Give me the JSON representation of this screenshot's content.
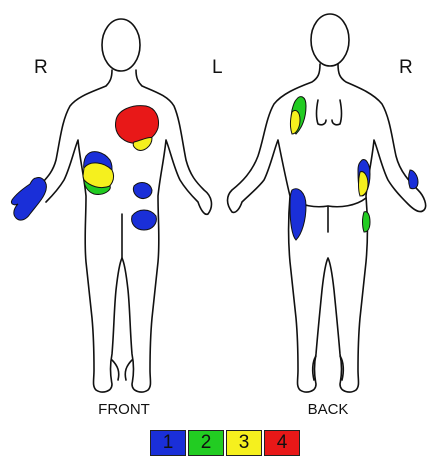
{
  "labels": {
    "front_right": "R",
    "front_left": "L",
    "back_right": "R"
  },
  "captions": {
    "front": "FRONT",
    "back": "BACK"
  },
  "legend": [
    {
      "label": "1",
      "color": "#1a2fd8"
    },
    {
      "label": "2",
      "color": "#22cc22"
    },
    {
      "label": "3",
      "color": "#f5f01e"
    },
    {
      "label": "4",
      "color": "#e81818"
    }
  ],
  "colors": {
    "level_1": "#1a2fd8",
    "level_2": "#22cc22",
    "level_3": "#f5f01e",
    "level_4": "#e81818",
    "outline": "#111111"
  }
}
